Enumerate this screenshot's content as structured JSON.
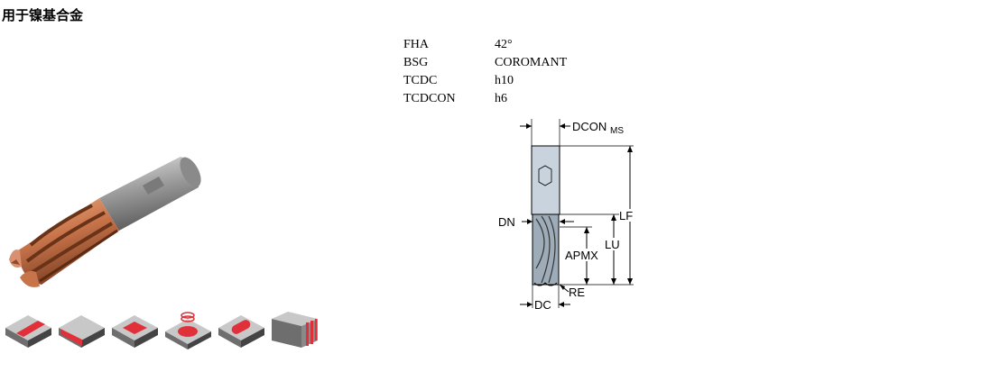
{
  "title": "用于镍基合金",
  "specs": [
    {
      "key": "FHA",
      "value": "42°"
    },
    {
      "key": "BSG",
      "value": "COROMANT"
    },
    {
      "key": "TCDC",
      "value": "h10"
    },
    {
      "key": "TCDCON",
      "value": "h6"
    }
  ],
  "drawing_labels": {
    "dcon": "DCON",
    "dcon_sub": "MS",
    "lf": "LF",
    "lu": "LU",
    "apmx": "APMX",
    "dn": "DN",
    "re": "RE",
    "dc": "DC"
  },
  "operations": [
    {
      "icon": "slotting-icon"
    },
    {
      "icon": "shoulder-milling-icon"
    },
    {
      "icon": "pocketing-icon"
    },
    {
      "icon": "helical-interpolation-icon"
    },
    {
      "icon": "profile-slot-icon"
    },
    {
      "icon": "side-milling-icon"
    }
  ],
  "colors": {
    "coating": "#c8744a",
    "highlight": "#e0303a",
    "shank": "#9a9a9a"
  }
}
